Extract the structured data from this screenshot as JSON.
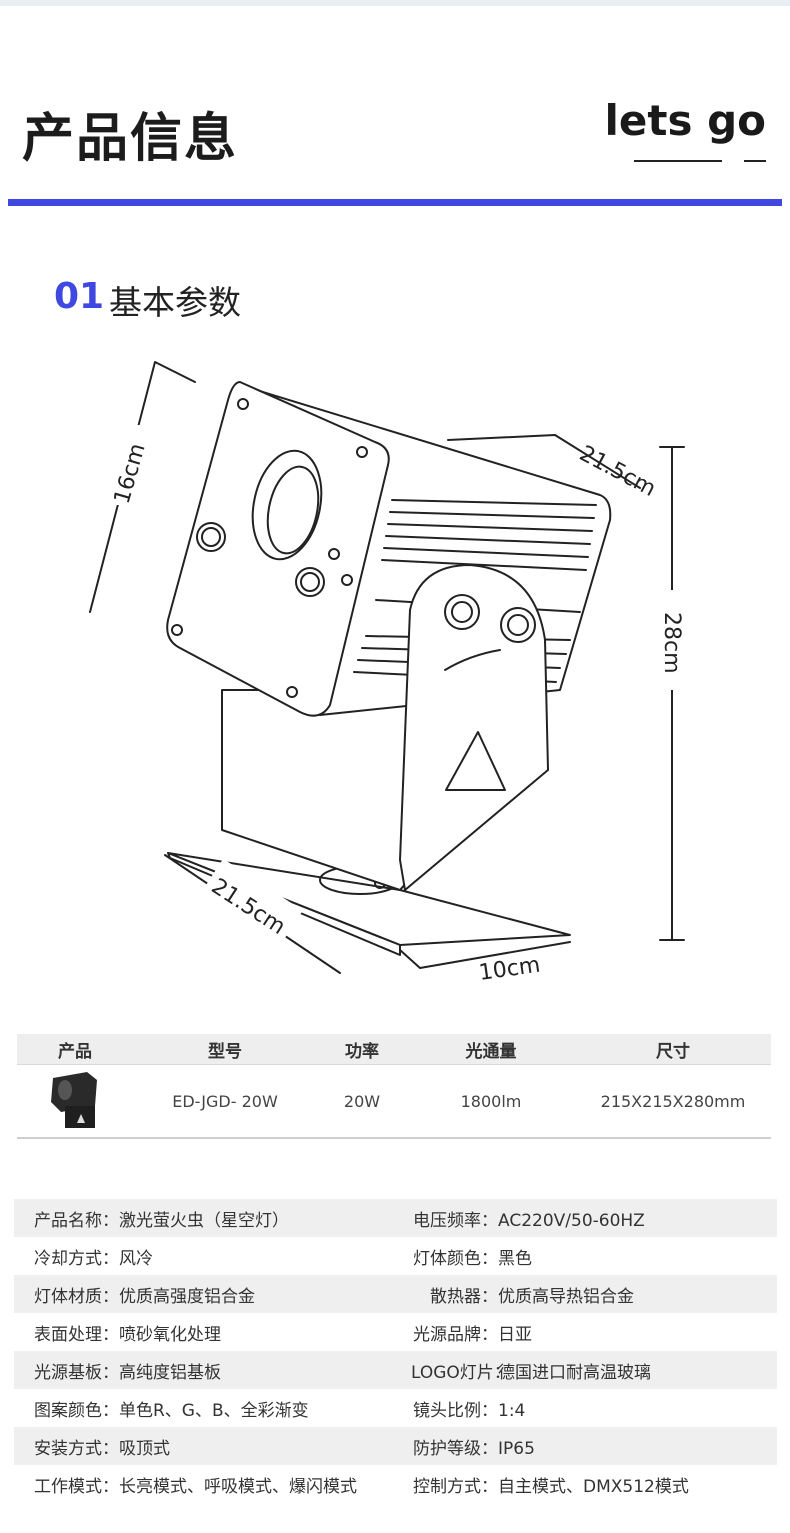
{
  "header": {
    "title": "产品信息",
    "brand": "lets go",
    "accent_color": "#3f48e0"
  },
  "section": {
    "number": "01",
    "title": "基本参数"
  },
  "diagram": {
    "dim_top_left": "16cm",
    "dim_top_right": "21.5cm",
    "dim_height": "28cm",
    "dim_base_left": "21.5cm",
    "dim_base_right": "10cm"
  },
  "product_table": {
    "headers": [
      "产品",
      "型号",
      "功率",
      "光通量",
      "尺寸"
    ],
    "row": {
      "model": "ED-JGD- 20W",
      "power": "20W",
      "lumen": "1800lm",
      "size": "215X215X280mm"
    }
  },
  "specs": [
    {
      "l_label": "产品名称：",
      "l_value": "激光萤火虫（星空灯）",
      "r_label": "电压频率：",
      "r_value": "AC220V/50-60HZ"
    },
    {
      "l_label": "冷却方式：",
      "l_value": "风冷",
      "r_label": "灯体颜色：",
      "r_value": "黑色"
    },
    {
      "l_label": "灯体材质：",
      "l_value": "优质高强度铝合金",
      "r_label": "散热器：",
      "r_value": "优质高导热铝合金"
    },
    {
      "l_label": "表面处理：",
      "l_value": "喷砂氧化处理",
      "r_label": "光源品牌：",
      "r_value": "日亚"
    },
    {
      "l_label": "光源基板：",
      "l_value": "高纯度铝基板",
      "r_label": "LOGO灯片：",
      "r_value": "德国进口耐高温玻璃"
    },
    {
      "l_label": "图案颜色：",
      "l_value": "单色R、G、B、全彩渐变",
      "r_label": "镜头比例：",
      "r_value": "1:4"
    },
    {
      "l_label": "安装方式：",
      "l_value": "吸顶式",
      "r_label": "防护等级：",
      "r_value": "IP65"
    },
    {
      "l_label": "工作模式：",
      "l_value": "长亮模式、呼吸模式、爆闪模式",
      "r_label": "控制方式：",
      "r_value": "自主模式、DMX512模式"
    }
  ]
}
